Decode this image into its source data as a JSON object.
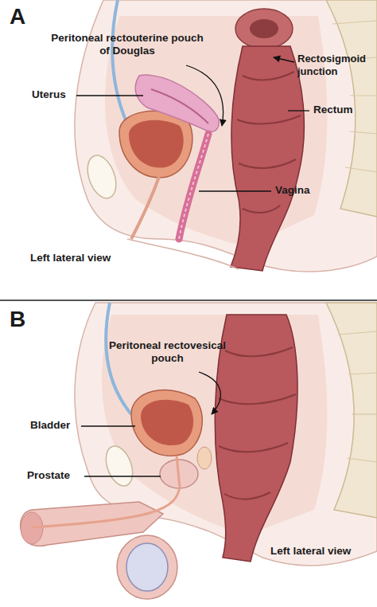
{
  "diagram": {
    "labels": [
      "A",
      "Peritoneal rectouterine pouch of Douglas",
      "Rectosigmoid junction",
      "Uterus",
      "Rectum",
      "Vagina",
      "Left lateral view",
      "B",
      "Peritoneal rectovesical pouch",
      "Bladder",
      "Prostate",
      "Left lateral view"
    ]
  }
}
